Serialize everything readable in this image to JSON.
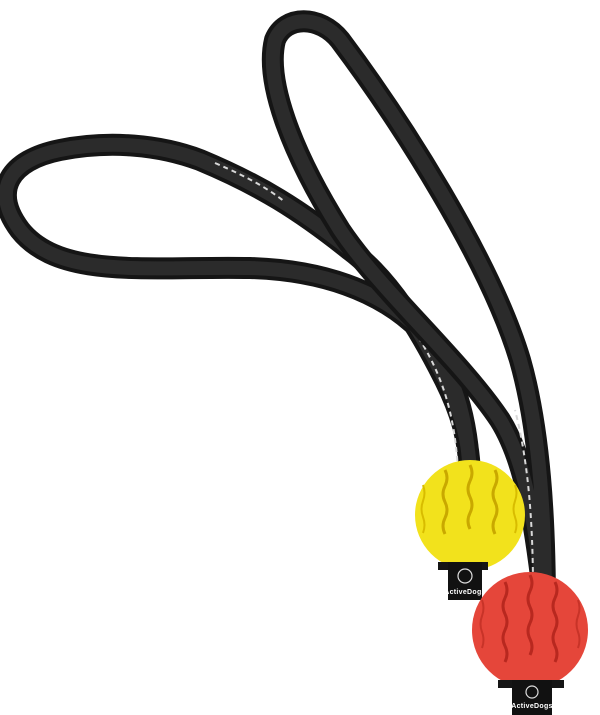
{
  "image": {
    "subject": "Two dog tug toy balls on nylon strap handles",
    "background": "#ffffff"
  },
  "items": [
    {
      "name": "yellow-ball-toy",
      "ball_color": "#f2e21c",
      "groove_color": "#c9a800",
      "strap_color": "#151515",
      "stitch_color": "#d8d8d8",
      "tag_label": "ActiveDogs"
    },
    {
      "name": "red-ball-toy",
      "ball_color": "#e5463a",
      "groove_color": "#b8281f",
      "strap_color": "#151515",
      "stitch_color": "#d8d8d8",
      "tag_label": "ActiveDogs"
    }
  ]
}
